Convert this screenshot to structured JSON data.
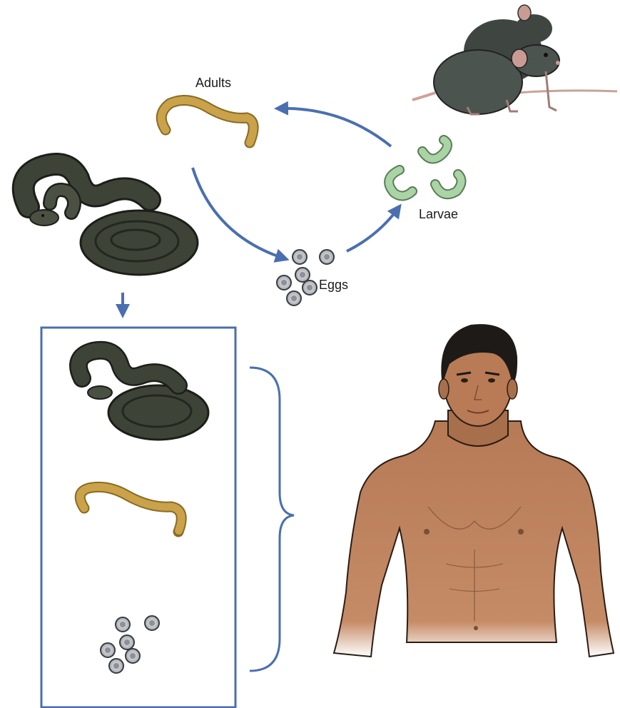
{
  "labels": {
    "adults": "Adults",
    "larvae": "Larvae",
    "eggs": "Eggs"
  },
  "colors": {
    "arrow": "#4a6fb0",
    "frame": "#4a6fb0",
    "snake": "#3e4337",
    "snake_dark": "#23271f",
    "worm": "#c9a24a",
    "worm_dark": "#8a6a24",
    "larva": "#a9d4a5",
    "egg": "#c9cacf",
    "rat": "#4c5450",
    "skin": "#c08561",
    "hair": "#1e1a17"
  },
  "icons": [
    "rat-icon",
    "adult-worm-icon",
    "larvae-icon",
    "eggs-icon",
    "snake-icon",
    "human-icon"
  ]
}
